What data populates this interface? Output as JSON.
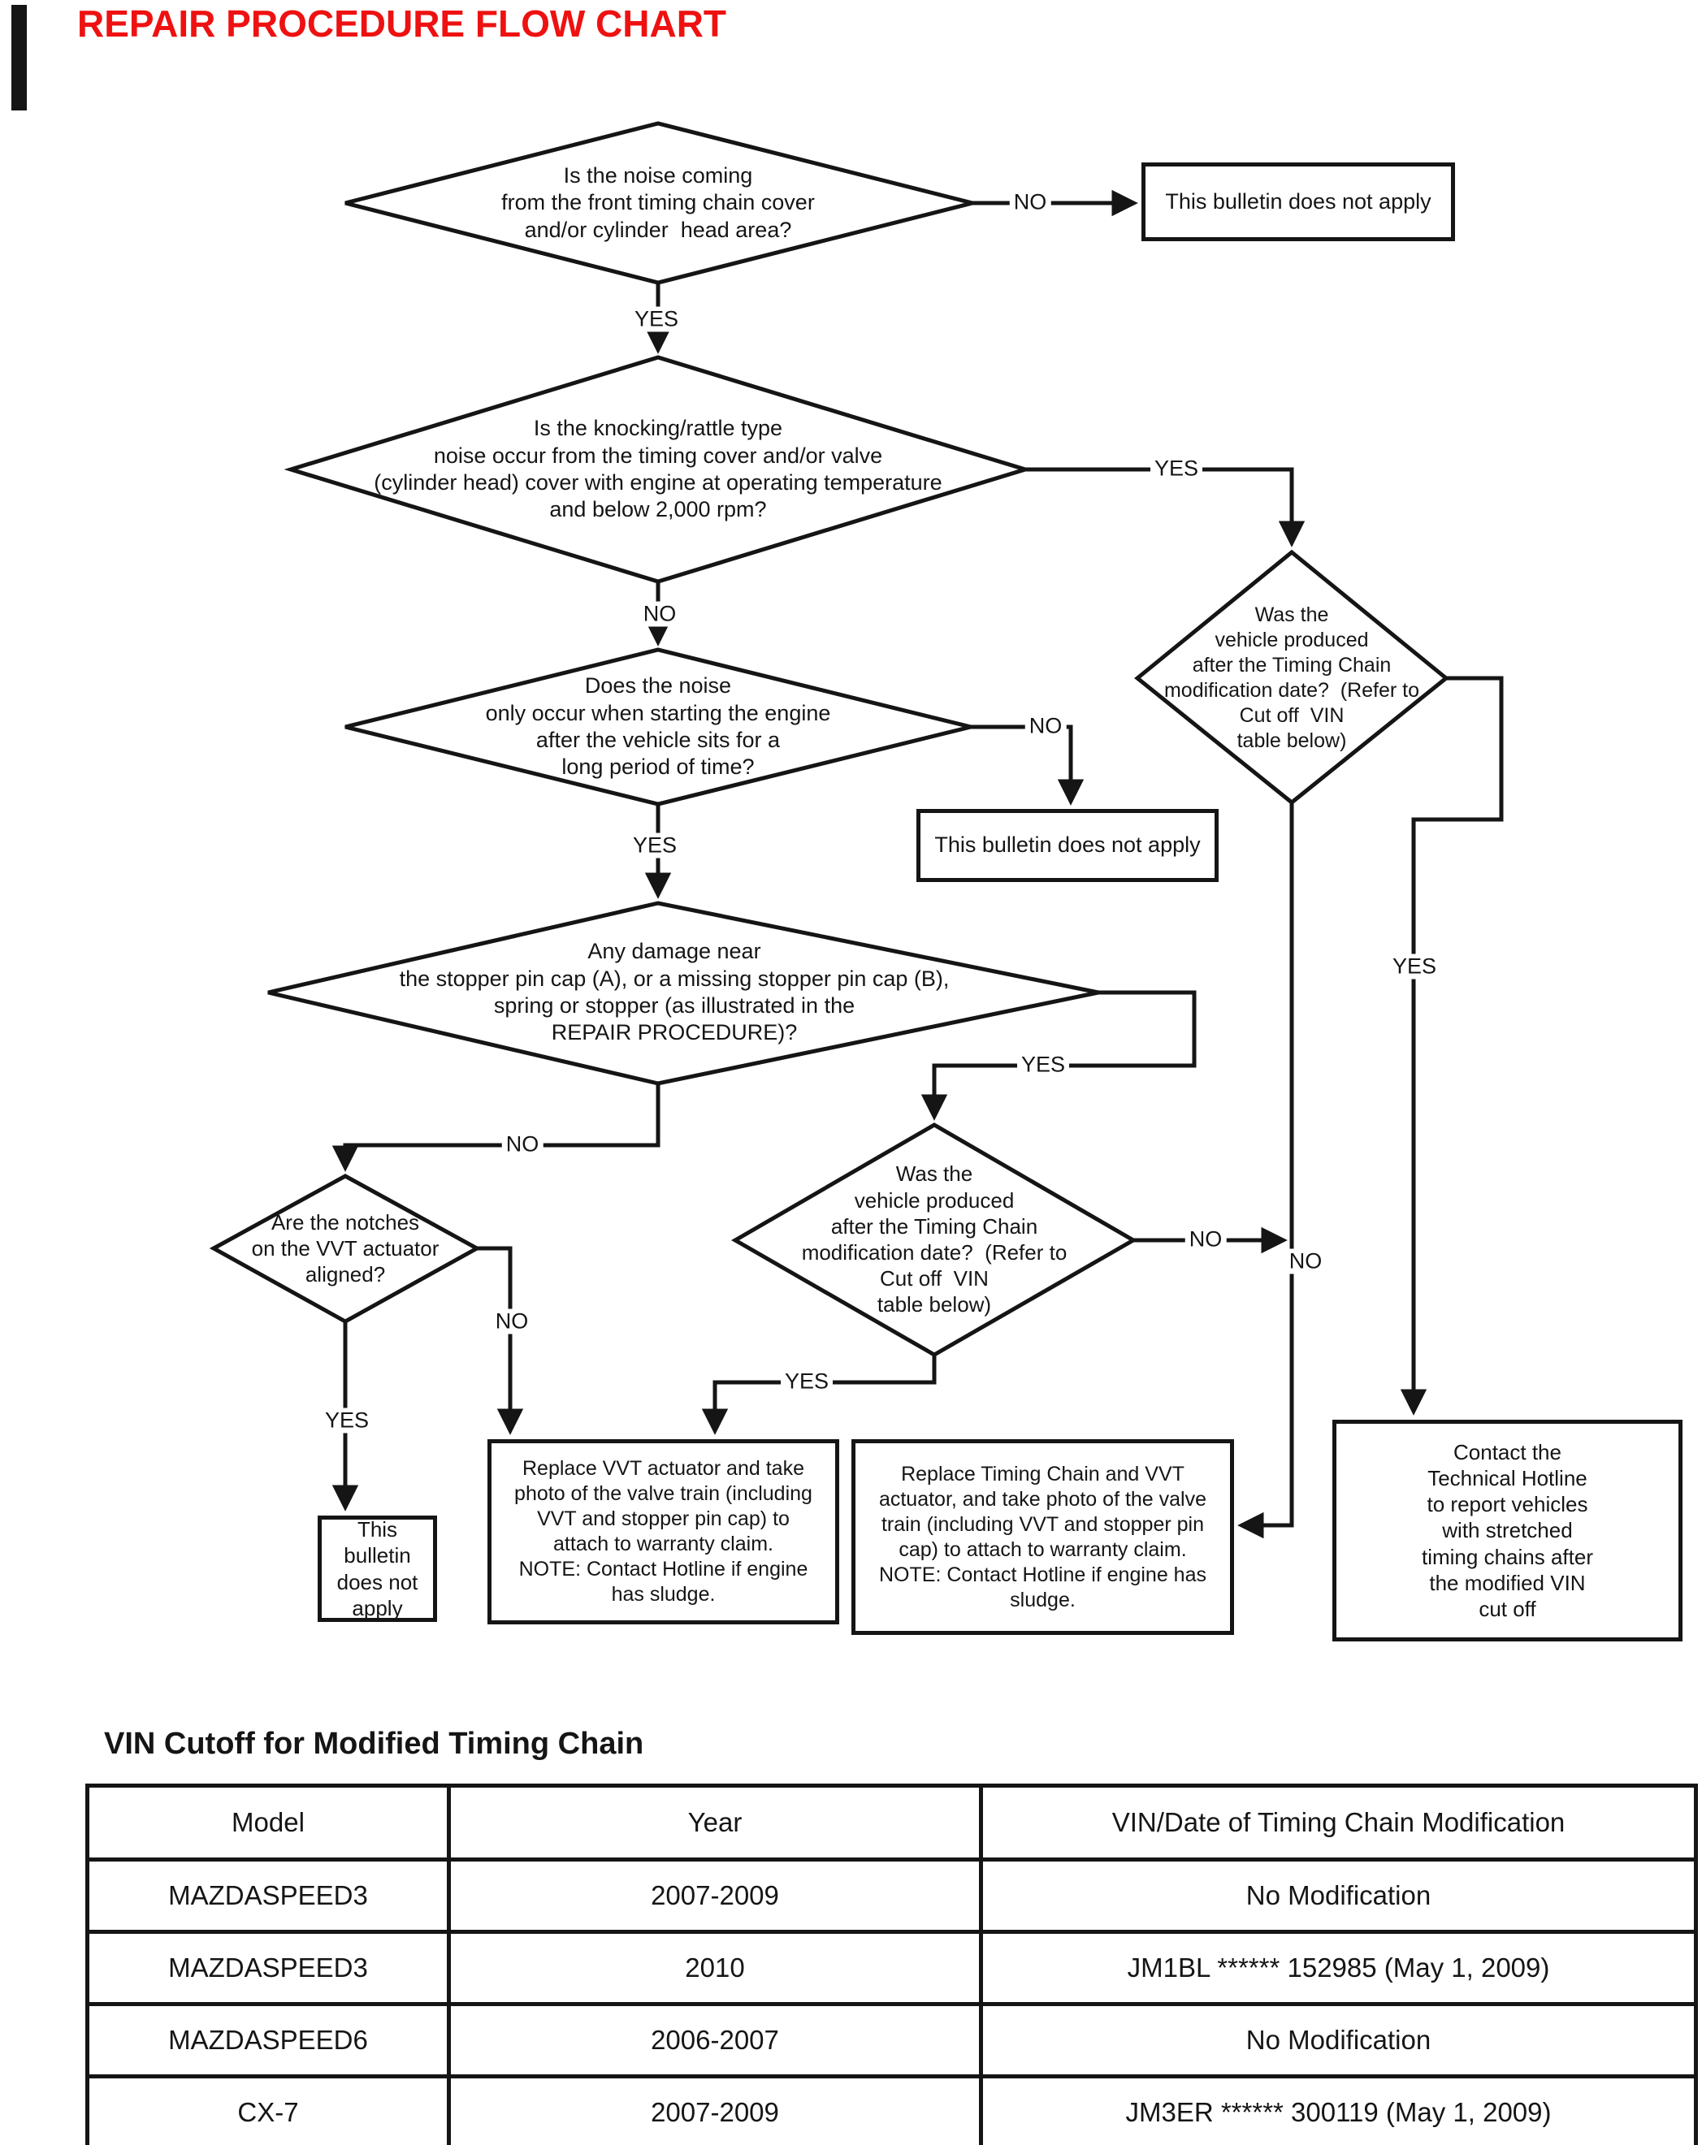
{
  "title": "REPAIR PROCEDURE FLOW CHART",
  "labels": {
    "yes": "YES",
    "no": "NO"
  },
  "flow": {
    "d1": "Is the noise coming\nfrom the front timing chain cover\nand/or cylinder  head area?",
    "b1": "This bulletin does not apply",
    "d2": "Is the knocking/rattle type\nnoise occur from the timing cover and/or valve\n(cylinder head) cover with engine at operating temperature\nand below 2,000 rpm?",
    "d3": "Does the noise\nonly occur when starting the engine\nafter the vehicle sits for a\nlong period of time?",
    "b2": "This bulletin does not apply",
    "d4": "Any damage near\nthe stopper pin cap (A), or a missing stopper pin cap (B),\nspring or stopper (as illustrated in the\nREPAIR PROCEDURE)?",
    "d5": "Are the notches\non the VVT actuator\naligned?",
    "d6": "Was the\nvehicle produced\nafter the Timing Chain\nmodification date?  (Refer to\nCut off  VIN\ntable below)",
    "d7": "Was the\nvehicle produced\nafter the Timing Chain\nmodification date?  (Refer to\nCut off  VIN\ntable below)",
    "b3": "Replace VVT actuator and take\nphoto of the valve train (including\nVVT and stopper pin cap) to\nattach to warranty claim.\nNOTE: Contact Hotline if engine\nhas sludge.",
    "b4": "Replace Timing Chain and VVT\nactuator, and take photo of the valve\ntrain (including VVT and stopper pin\ncap) to attach to warranty claim.\nNOTE: Contact Hotline if engine has\nsludge.",
    "b5": "This bulletin\ndoes not\napply",
    "b6": "Contact the\nTechnical Hotline\nto report vehicles\nwith stretched\ntiming chains after\nthe modified VIN\ncut off"
  },
  "table": {
    "heading": "VIN Cutoff for Modified Timing Chain",
    "headers": [
      "Model",
      "Year",
      "VIN/Date of Timing Chain Modification"
    ],
    "rows": [
      [
        "MAZDASPEED3",
        "2007-2009",
        "No Modification"
      ],
      [
        "MAZDASPEED3",
        "2010",
        "JM1BL ****** 152985 (May 1, 2009)"
      ],
      [
        "MAZDASPEED6",
        "2006-2007",
        "No Modification"
      ],
      [
        "CX-7",
        "2007-2009",
        "JM3ER ****** 300119 (May 1, 2009)"
      ]
    ]
  }
}
